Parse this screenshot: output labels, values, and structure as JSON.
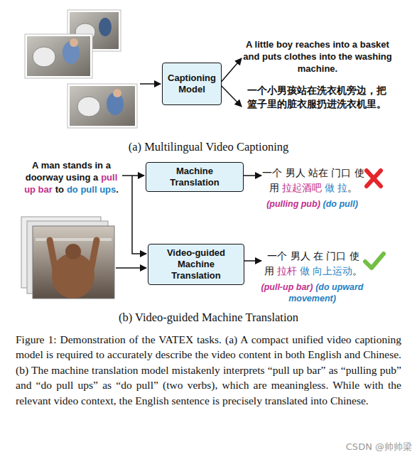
{
  "diagram": {
    "caption": "Figure 1: Demonstration of the VATEX tasks. (a) A compact unified video captioning model is required to accurately describe the video content in both English and Chinese. (b) The machine translation model mistakenly interprets “pull up bar” as “pulling pub” and “do pull ups” as “do pull” (two verbs), which are meaningless. While with the relevant video context, the English sentence is precisely translated into Chinese.",
    "nodes": [
      {
        "text": [
          "Captioning Model"
        ]
      },
      {
        "text": [
          "Machine Translation"
        ]
      },
      {
        "text": [
          "Video-guided Machine Translation"
        ]
      }
    ],
    "labels": [
      "(a) Multilingual Video Captioning",
      "A little boy reaches into a basket and puts clothes into the washing machine.",
      "一个小男孩站在洗衣机旁边，把篮子里的脏衣服扔进洗衣机里。",
      "A man stands in a doorway using a",
      "pull up bar",
      "to",
      "do pull ups",
      ".",
      "一个 男人 站在 门口 使用",
      "拉起酒吧",
      "做 拉",
      "。",
      "(pulling pub)",
      "(do pull)",
      "一个 男人 在 门口 使用",
      "拉杆",
      "做 向上运动",
      "。",
      "(pull-up bar)",
      "(do upward movement)",
      "(b) Video-guided Machine Translation",
      "CSDN @帅帅梁"
    ]
  }
}
